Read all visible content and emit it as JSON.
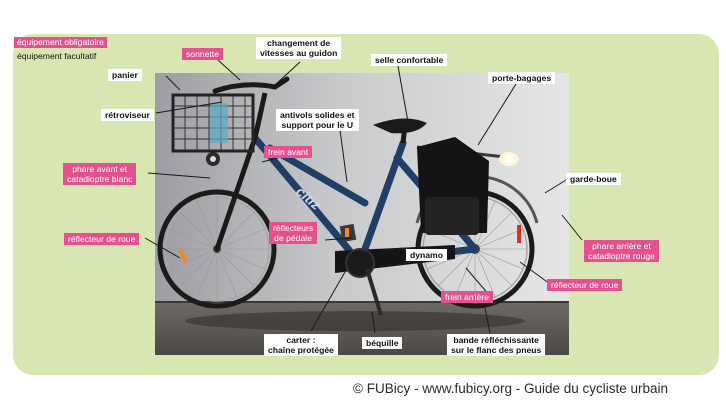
{
  "legend": {
    "mandatory": "équipement obligatoire",
    "optional": "équipement facultatif"
  },
  "labels": {
    "sonnette": "sonnette",
    "changement_1": "changement de",
    "changement_2": "vitesses au guidon",
    "selle": "selle confortable",
    "panier": "panier",
    "porte_bagages": "porte-bagages",
    "retroviseur": "rétroviseur",
    "antivols_1": "antivols solides et",
    "antivols_2": "support pour le U",
    "frein_avant": "frein avant",
    "phare_avant_1": "phare avant et",
    "phare_avant_2": "catadioptre blanc",
    "garde_boue": "garde-boue",
    "reflecteurs_pedale_1": "réflecteurs",
    "reflecteurs_pedale_2": "de pédale",
    "reflecteur_roue_avant": "réflecteur de roue",
    "phare_arriere_1": "phare arrière et",
    "phare_arriere_2": "catadioptre rouge",
    "dynamo": "dynamo",
    "reflecteur_roue_arriere": "réflecteur de roue",
    "frein_arriere": "frein arrière",
    "carter_1": "carter :",
    "carter_2": "chaîne protégée",
    "bequille": "béquille",
    "bande_1": "bande réfléchissante",
    "bande_2": "sur le flanc des pneus"
  },
  "frame_text": "citiz",
  "footer": "© FUBicy - www.fubicy.org - Guide du cycliste urbain",
  "colors": {
    "mandatory": "#e5518f",
    "panel": "#d8e7b2",
    "leader": "#1a1a1a"
  }
}
